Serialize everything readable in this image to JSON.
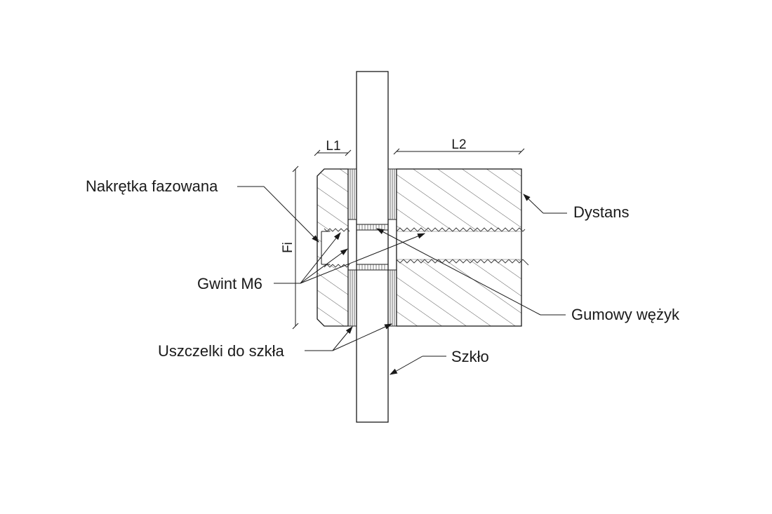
{
  "diagram": {
    "labels": {
      "nut": "Nakrętka fazowana",
      "thread": "Gwint M6",
      "seals": "Uszczelki do szkła",
      "spacer": "Dystans",
      "rubber_tube": "Gumowy wężyk",
      "glass": "Szkło"
    },
    "dimensions": {
      "l1": "L1",
      "l2": "L2",
      "fi": "Fi"
    },
    "colors": {
      "line": "#1a1a1a",
      "background": "#ffffff"
    }
  }
}
